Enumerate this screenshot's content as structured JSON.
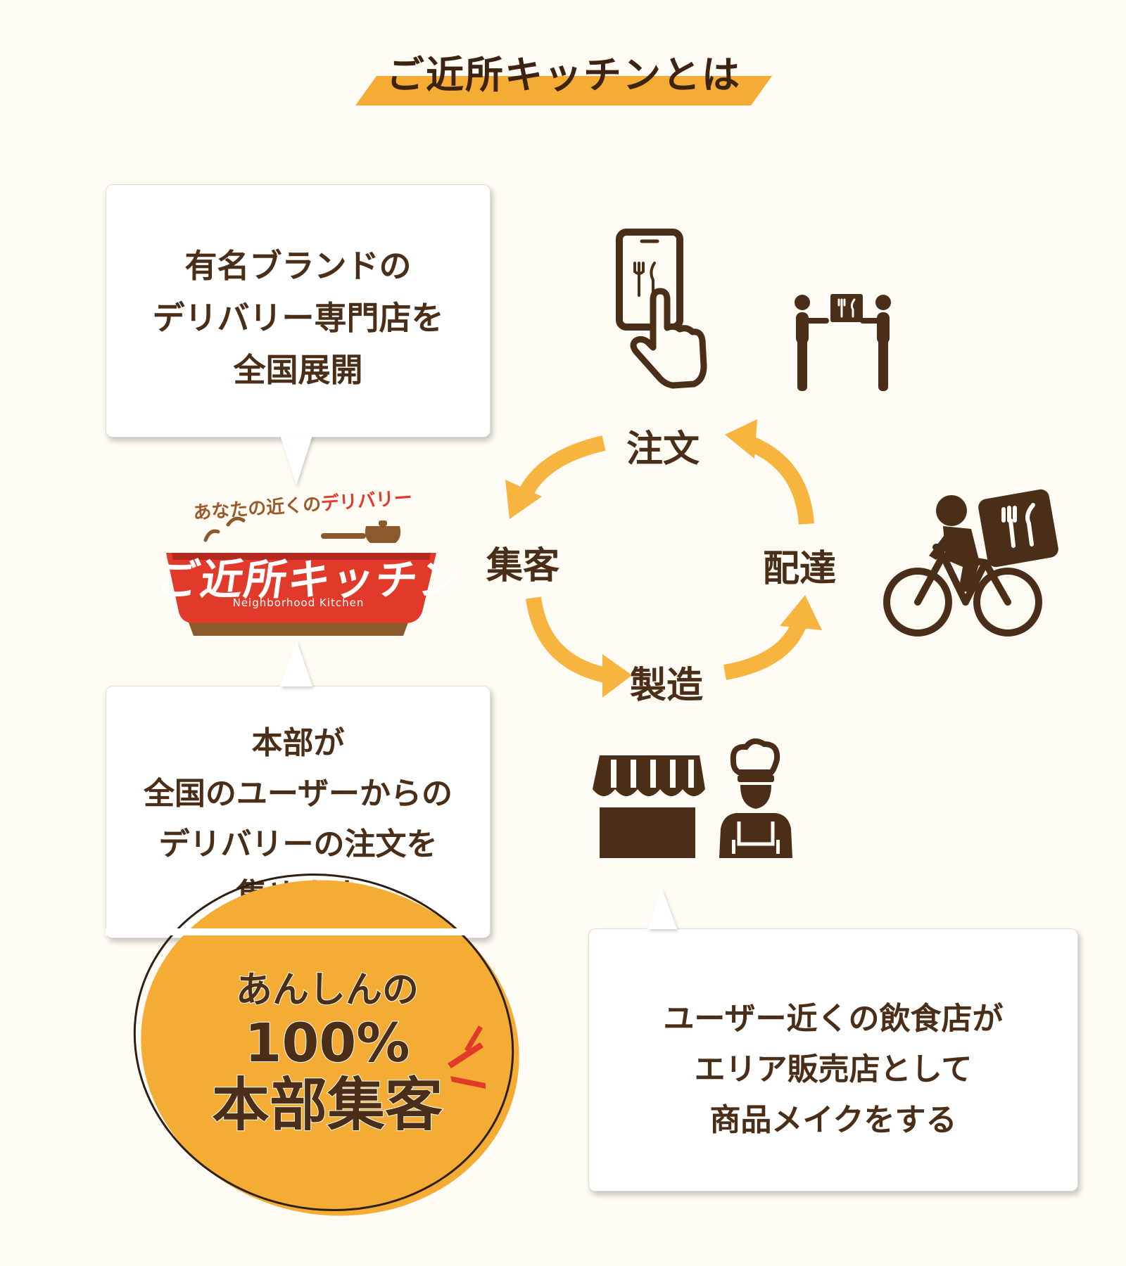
{
  "title": "ご近所キッチンとは",
  "boxes": {
    "brand": {
      "lines": [
        "有名ブランドの",
        "デリバリー専門店を",
        "全国展開"
      ]
    },
    "headquarters": {
      "lines": [
        "本部が",
        "全国のユーザーからの",
        "デリバリーの注文を",
        "集めます"
      ]
    },
    "restaurant": {
      "lines": [
        "ユーザー近くの飲食店が",
        "エリア販売店として",
        "商品メイクをする"
      ]
    }
  },
  "cycle": {
    "order": "注文",
    "delivery": "配達",
    "production": "製造",
    "customers": "集客"
  },
  "badge": {
    "line1": "あんしんの",
    "line2": "100%",
    "line3": "本部集客"
  },
  "logo": {
    "tagline_a": "あなたの近くの",
    "tagline_b": "デリバリー",
    "name": "ご近所キッチン",
    "sub": "Neighborhood Kitchen"
  },
  "colors": {
    "accent": "#f4ac34",
    "text": "#4a2e17",
    "logo_red": "#e23a2a",
    "icon_brown": "#4a2e17"
  }
}
